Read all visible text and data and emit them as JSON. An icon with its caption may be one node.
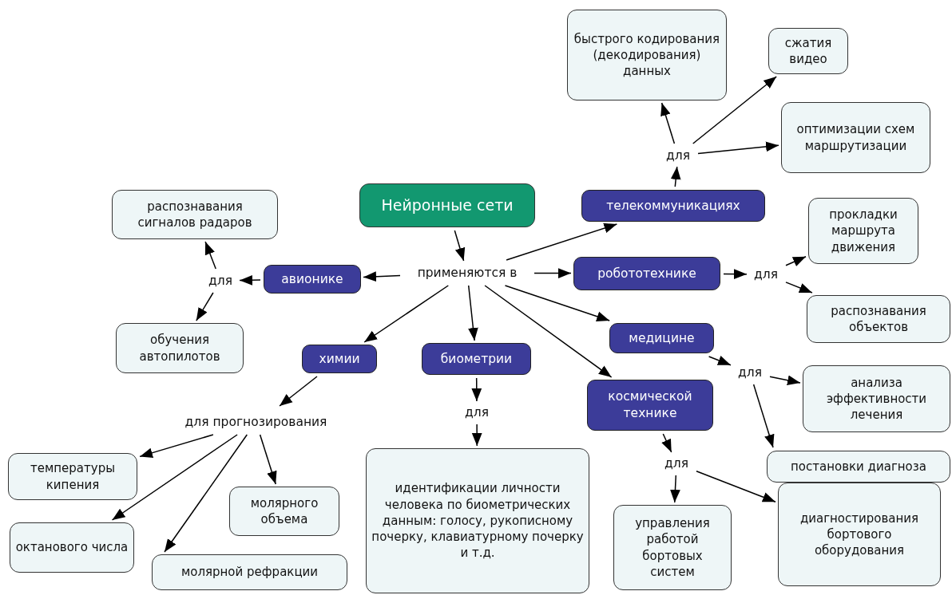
{
  "diagram": {
    "nodes": [
      {
        "text": [
          "Нейронные сети"
        ]
      },
      {
        "text": [
          "применяются в"
        ]
      },
      {
        "text": [
          "телекоммуникациях"
        ]
      },
      {
        "text": [
          "для"
        ]
      },
      {
        "text": [
          "быстрого кодирования (декодирования) данных"
        ]
      },
      {
        "text": [
          "сжатия видео"
        ]
      },
      {
        "text": [
          "оптимизации схем маршрутизации"
        ]
      },
      {
        "text": [
          "распознавания сигналов радаров"
        ]
      },
      {
        "text": [
          "авионике"
        ]
      },
      {
        "text": [
          "для"
        ]
      },
      {
        "text": [
          "обучения автопилотов"
        ]
      },
      {
        "text": [
          "робототехнике"
        ]
      },
      {
        "text": [
          "для"
        ]
      },
      {
        "text": [
          "прокладки маршрута движения"
        ]
      },
      {
        "text": [
          "распознавания объектов"
        ]
      },
      {
        "text": [
          "химии"
        ]
      },
      {
        "text": [
          "биометрии"
        ]
      },
      {
        "text": [
          "медицине"
        ]
      },
      {
        "text": [
          "для"
        ]
      },
      {
        "text": [
          "анализа эффективности лечения"
        ]
      },
      {
        "text": [
          "космической технике"
        ]
      },
      {
        "text": [
          "для прогнозирования"
        ]
      },
      {
        "text": [
          "для"
        ]
      },
      {
        "text": [
          "идентификации личности человека по биометрических данным: голосу, рукописному почерку, клавиатурному почерку и т.д."
        ]
      },
      {
        "text": [
          "постановки диагноза"
        ]
      },
      {
        "text": [
          "для"
        ]
      },
      {
        "text": [
          "температуры кипения"
        ]
      },
      {
        "text": [
          "молярного объема"
        ]
      },
      {
        "text": [
          "октанового числа"
        ]
      },
      {
        "text": [
          "молярной рефракции"
        ]
      },
      {
        "text": [
          "управления работой бортовых систем"
        ]
      },
      {
        "text": [
          "диагностирования бортового оборудования"
        ]
      }
    ],
    "edges": [
      {
        "from": 0,
        "to": 1,
        "arrow": "to"
      },
      {
        "from": 1,
        "to": 2,
        "arrow": "to"
      },
      {
        "from": 1,
        "to": 11,
        "arrow": "to"
      },
      {
        "from": 1,
        "to": 8,
        "arrow": "to"
      },
      {
        "from": 1,
        "to": 15,
        "arrow": "to"
      },
      {
        "from": 1,
        "to": 16,
        "arrow": "to"
      },
      {
        "from": 1,
        "to": 17,
        "arrow": "to"
      },
      {
        "from": 1,
        "to": 20,
        "arrow": "to"
      },
      {
        "from": 2,
        "to": 3,
        "arrow": "to"
      },
      {
        "from": 3,
        "to": 4,
        "arrow": "to"
      },
      {
        "from": 3,
        "to": 5,
        "arrow": "to"
      },
      {
        "from": 3,
        "to": 6,
        "arrow": "to"
      },
      {
        "from": 8,
        "to": 9,
        "arrow": "to"
      },
      {
        "from": 9,
        "to": 7,
        "arrow": "to"
      },
      {
        "from": 9,
        "to": 10,
        "arrow": "to"
      },
      {
        "from": 11,
        "to": 12,
        "arrow": "to"
      },
      {
        "from": 12,
        "to": 13,
        "arrow": "to"
      },
      {
        "from": 12,
        "to": 14,
        "arrow": "to"
      },
      {
        "from": 17,
        "to": 18,
        "arrow": "to"
      },
      {
        "from": 18,
        "to": 19,
        "arrow": "to"
      },
      {
        "from": 18,
        "to": 24,
        "arrow": "to"
      },
      {
        "from": 15,
        "to": 21,
        "arrow": "to"
      },
      {
        "from": 21,
        "to": 26,
        "arrow": "to"
      },
      {
        "from": 21,
        "to": 27,
        "arrow": "to"
      },
      {
        "from": 21,
        "to": 28,
        "arrow": "to"
      },
      {
        "from": 21,
        "to": 29,
        "arrow": "to"
      },
      {
        "from": 16,
        "to": 22,
        "arrow": "to"
      },
      {
        "from": 22,
        "to": 23,
        "arrow": "to"
      },
      {
        "from": 20,
        "to": 25,
        "arrow": "to"
      },
      {
        "from": 25,
        "to": 30,
        "arrow": "to"
      },
      {
        "from": 25,
        "to": 31,
        "arrow": "to"
      }
    ]
  }
}
